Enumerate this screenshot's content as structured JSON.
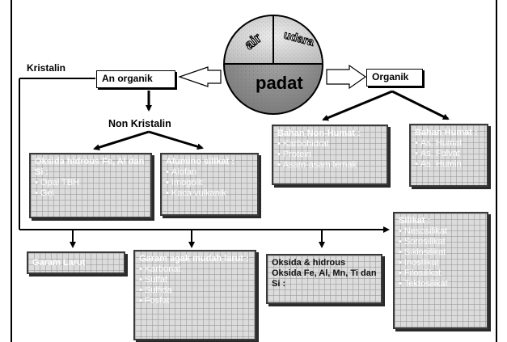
{
  "circle": {
    "air": "air",
    "udara": "udara",
    "padat": "padat"
  },
  "labels": {
    "kristalin": "Kristalin",
    "an_organik": "An organik",
    "organik": "Organik",
    "non_kristalin": "Non Kristalin"
  },
  "boxes": {
    "organik_left": {
      "title": "Bahan Non-Humat :",
      "items": [
        "Karbohidrat",
        "Protein",
        "Asam-asam lemak"
      ]
    },
    "bahan_humat": {
      "title": "Bahan Humat :",
      "items": [
        "As. Humat",
        "As. Fulvat",
        "As. Humin"
      ]
    },
    "oksida_hidrous": {
      "title": "Oksida hidrous Fe, Al dan Si :",
      "items": [
        "Opal TBH",
        "Gel"
      ]
    },
    "alumino_silikat": {
      "title": "Alumino silikat :",
      "items": [
        "Alofan",
        "Imogolit",
        "Kaca vulkanik"
      ]
    },
    "silikat": {
      "title": "Silikat :",
      "items": [
        "Nesosilikat",
        "Sorosilikat",
        "Siklosilikat",
        "Inosilikat",
        "Filosilikat",
        "Tektosilikat"
      ]
    },
    "garam_larut": {
      "title": "Garam Larut"
    },
    "garam_agak": {
      "title": "Garam agak mudah larut :",
      "items": [
        "Karbonat",
        "Sulfat",
        "Sulfida",
        "Fosfat"
      ]
    },
    "oksida_fe": {
      "title": "Oksida & hidrous Oksida Fe, Al, Mn, Ti dan Si :"
    }
  }
}
